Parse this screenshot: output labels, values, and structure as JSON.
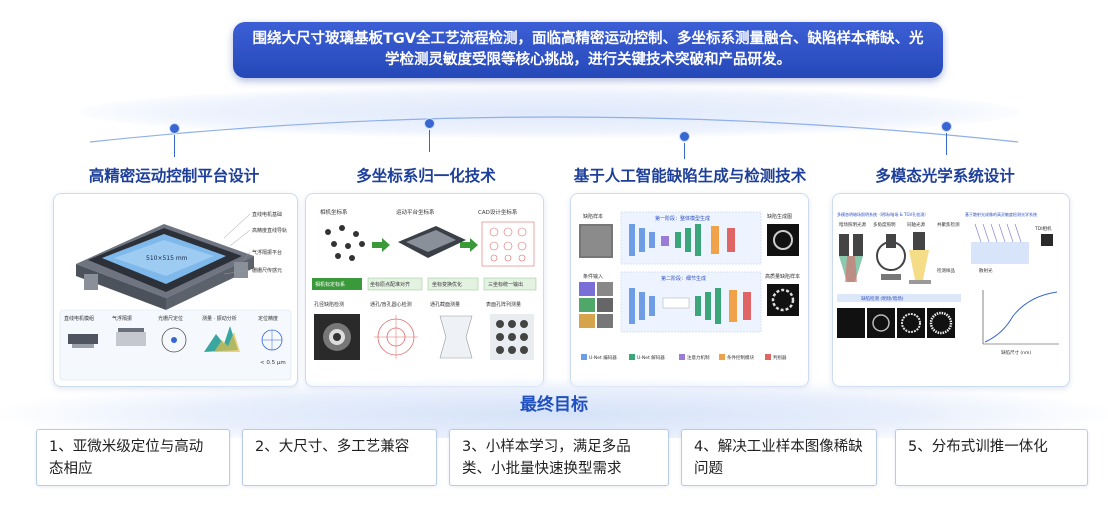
{
  "banner": {
    "text": "围绕大尺寸玻璃基板TGV全工艺流程检测，面临高精密运动控制、多坐标系测量融合、缺陷样本稀缺、光学检测灵敏度受限等核心挑战，进行关键技术突破和产品研发。"
  },
  "pillars": [
    {
      "title": "高精密运动控制平台设计"
    },
    {
      "title": "多坐标系归一化技术"
    },
    {
      "title": "基于人工智能缺陷生成与检测技术"
    },
    {
      "title": "多模态光学系统设计"
    }
  ],
  "card1": {
    "labels": [
      "直线电机基础",
      "高精度直线导轨",
      "气浮隔振平台",
      "栅栅尺传感元"
    ],
    "screen_text": "510×515 mm",
    "bottom": [
      "直线电机模组",
      "气浮隔振",
      "光栅尺定位",
      "测量 · 振动分析",
      "定位精度"
    ],
    "precision": "< 0.5 μm"
  },
  "card2": {
    "top": [
      "相机坐标系",
      "运动平台坐标系",
      "CAD设计坐标系"
    ],
    "flow": [
      "相机标定标系",
      "坐标原点配准对齐",
      "坐标变换优化",
      "三坐标统一输出"
    ],
    "bottom": [
      "孔径缺陷检测",
      "通孔/盲孔圆心检测",
      "通孔截面测量",
      "表面孔阵列测量"
    ]
  },
  "card3": {
    "input1": "缺陷样本",
    "stage1": "第一阶段：整体模型生成",
    "output1": "缺陷生成图",
    "input2": "条件输入",
    "stage2": "第二阶段：细节生成",
    "output2": "高质量缺陷样本",
    "legend": [
      "U-Net 编码器",
      "U-Net 解码器",
      "注意力机制",
      "条件控制模块",
      "判别器"
    ]
  },
  "card4": {
    "title_left": "多模态明暗场照明系统（明场/暗场 & TGV孔检测）",
    "title_right": "基于散射光成像的高灵敏度检测光学系统",
    "labels": [
      "暗场照明光源",
      "多角度照明",
      "同轴光源",
      "共聚焦检测"
    ],
    "right_labels": [
      "TDI相机",
      "散射光"
    ],
    "sample_label": "检测样品",
    "axis_x": "缺陷尺寸 (nm)",
    "bottom_left": "缺陷检测 (明场/暗场)"
  },
  "goal_title": "最终目标",
  "goals": [
    "1、亚微米级定位与高动态相应",
    "2、大尺寸、多工艺兼容",
    "3、小样本学习，满足多品类、小批量快速换型需求",
    "4、解决工业样本图像稀缺问题",
    "5、分布式训推一体化"
  ],
  "colors": {
    "banner": "#2a4dc1",
    "title": "#1d3f9a",
    "goal_title": "#1f4fc0",
    "accent": "#3767d1"
  }
}
